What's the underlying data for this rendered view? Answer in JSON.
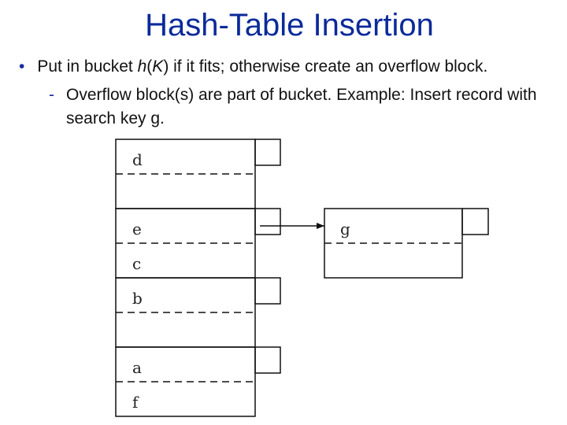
{
  "slide": {
    "title": "Hash-Table Insertion",
    "bullet": {
      "before": "Put in bucket ",
      "func": "h",
      "open": "(",
      "key": "K",
      "after": ") if it fits; otherwise create an overflow block."
    },
    "sub_bullet": "Overflow block(s) are part of bucket. Example: Insert record with search key g."
  },
  "diagram": {
    "buckets": [
      {
        "records": [
          "d",
          ""
        ]
      },
      {
        "records": [
          "e",
          "c"
        ],
        "overflow": {
          "records": [
            "g",
            ""
          ]
        }
      },
      {
        "records": [
          "b",
          ""
        ]
      },
      {
        "records": [
          "a",
          "f"
        ]
      }
    ]
  }
}
